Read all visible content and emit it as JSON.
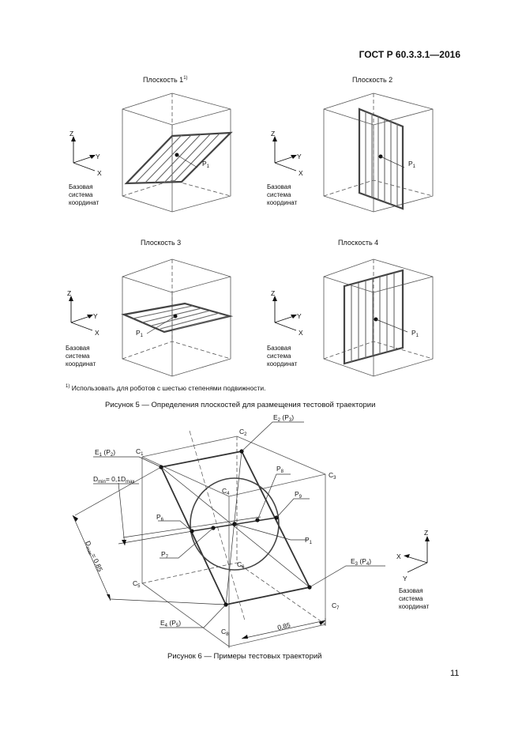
{
  "header": {
    "standard": "ГОСТ Р 60.3.3.1—2016"
  },
  "figure5": {
    "planes": [
      {
        "title": "Плоскость 1",
        "footnote_mark": "1)"
      },
      {
        "title": "Плоскость 2"
      },
      {
        "title": "Плоскость 3"
      },
      {
        "title": "Плоскость 4"
      }
    ],
    "point_label": "P",
    "point_sub": "1",
    "axes": {
      "z": "Z",
      "y": "Y",
      "x": "X"
    },
    "basis_label": "Базовая система координат",
    "footnote_mark": "1)",
    "footnote": "Использовать для роботов с шестью степенями подвижности.",
    "caption": "Рисунок 5 — Определения плоскостей для размещения тестовой траектории"
  },
  "figure6": {
    "corners": [
      {
        "c": "C",
        "s": "1"
      },
      {
        "c": "C",
        "s": "2"
      },
      {
        "c": "C",
        "s": "3"
      },
      {
        "c": "C",
        "s": "4"
      },
      {
        "c": "C",
        "s": "5"
      },
      {
        "c": "C",
        "s": "6"
      },
      {
        "c": "C",
        "s": "7"
      },
      {
        "c": "C",
        "s": "8"
      }
    ],
    "points": [
      {
        "p": "P",
        "s": "1"
      },
      {
        "p": "P",
        "s": "6"
      },
      {
        "p": "P",
        "s": "7"
      },
      {
        "p": "P",
        "s": "8"
      },
      {
        "p": "P",
        "s": "9"
      }
    ],
    "edges": [
      {
        "e": "E",
        "es": "1",
        "p": "P",
        "ps": "2"
      },
      {
        "e": "E",
        "es": "2",
        "p": "P",
        "ps": "3"
      },
      {
        "e": "E",
        "es": "3",
        "p": "P",
        "ps": "4"
      },
      {
        "e": "E",
        "es": "4",
        "p": "P",
        "ps": "5"
      }
    ],
    "dmin": {
      "d1": "D",
      "s1": "min",
      "eq": "= 0,1D",
      "s2": "max"
    },
    "dmax": {
      "d": "D",
      "s": "max",
      "eq": "= 0,85"
    },
    "dim_085": "0,85",
    "axes": {
      "z": "Z",
      "x": "X",
      "y": "Y"
    },
    "basis_label": "Базовая система координат",
    "caption": "Рисунок 6 — Примеры тестовых траекторий"
  },
  "page_number": "11"
}
